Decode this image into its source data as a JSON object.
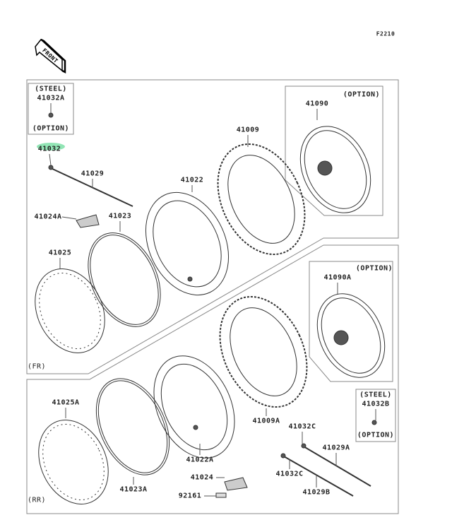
{
  "figure_code": "F2210",
  "front_arrow": "FRONT",
  "sections": {
    "front": "(FR)",
    "rear": "(RR)"
  },
  "highlight_color": "#7fe0a8",
  "notes": {
    "steel": "(STEEL)",
    "option": "(OPTION)"
  },
  "parts": {
    "p41032A": "41032A",
    "p41032": "41032",
    "p41029": "41029",
    "p41022": "41022",
    "p41009": "41009",
    "p41090": "41090",
    "p41024A": "41024A",
    "p41023": "41023",
    "p41025": "41025",
    "p41090A": "41090A",
    "p41025A": "41025A",
    "p41009A": "41009A",
    "p41032C_1": "41032C",
    "p41032C_2": "41032C",
    "p41032B": "41032B",
    "p41029A": "41029A",
    "p41022A": "41022A",
    "p41024": "41024",
    "p41023A": "41023A",
    "p92161": "92161",
    "p41029B": "41029B"
  }
}
